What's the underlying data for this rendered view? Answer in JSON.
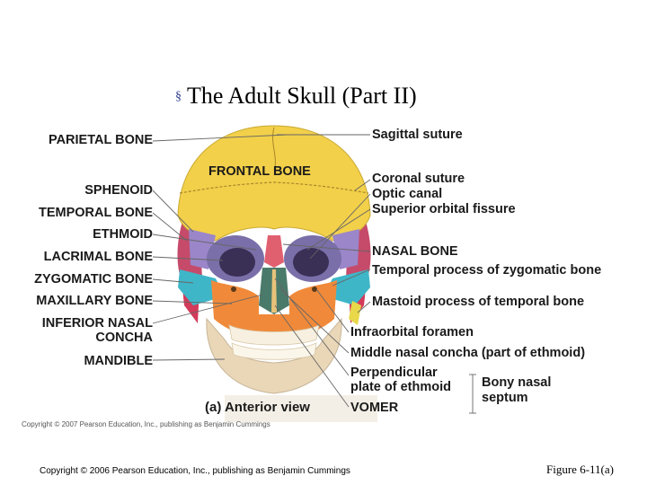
{
  "title": "The Adult Skull (Part II)",
  "title_bullet": "§",
  "left_labels": {
    "parietal": "PARIETAL BONE",
    "sphenoid": "SPHENOID",
    "temporal": "TEMPORAL BONE",
    "ethmoid": "ETHMOID",
    "lacrimal": "LACRIMAL BONE",
    "zygomatic": "ZYGOMATIC BONE",
    "maxillary": "MAXILLARY BONE",
    "inferior_nasal_1": "INFERIOR NASAL",
    "inferior_nasal_2": "CONCHA",
    "mandible": "MANDIBLE"
  },
  "right_labels": {
    "sagittal": "Sagittal suture",
    "frontal": "FRONTAL BONE",
    "coronal": "Coronal suture",
    "optic": "Optic canal",
    "superior_orbital": "Superior orbital fissure",
    "nasal": "NASAL BONE",
    "temporal_process": "Temporal process of zygomatic bone",
    "mastoid": "Mastoid process of temporal bone",
    "infraorbital": "Infraorbital foramen",
    "middle_concha": "Middle nasal concha (part of ethmoid)",
    "perpendicular_1": "Perpendicular",
    "perpendicular_2": "plate of ethmoid",
    "bony_septum_1": "Bony nasal",
    "bony_septum_2": "septum",
    "vomer": "VOMER"
  },
  "view_label": "(a) Anterior view",
  "copyright_small": "Copyright © 2007 Pearson Education, Inc., publishing as Benjamin Cummings",
  "copyright_main": "Copyright © 2006 Pearson Education, Inc., publishing as Benjamin Cummings",
  "figure_number": "Figure 6-11(a)",
  "colors": {
    "frontal": "#f2d04a",
    "parietal": "#d23b5a",
    "sphenoid": "#9a86c8",
    "temporal": "#c64a6a",
    "zygomatic": "#3fb6c8",
    "maxilla": "#f08a3a",
    "nasal": "#e06070",
    "mandible": "#e9d7b8",
    "leader": "#666666"
  }
}
